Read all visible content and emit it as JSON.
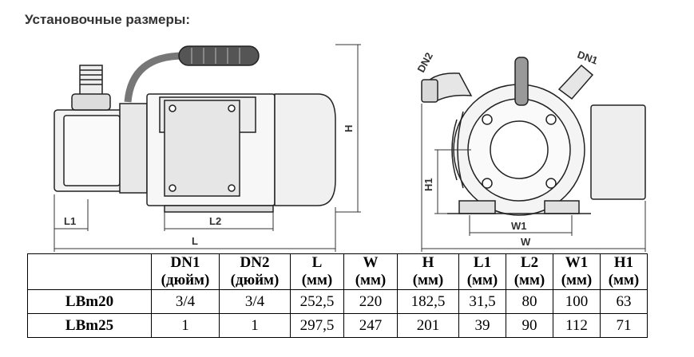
{
  "heading": "Установочные размеры:",
  "drawing_labels": {
    "H": "H",
    "L1": "L1",
    "L2": "L2",
    "L": "L",
    "DN1": "DN1",
    "DN2": "DN2",
    "H1": "H1",
    "W1": "W1",
    "W": "W"
  },
  "table": {
    "columns": [
      {
        "name": "DN1",
        "unit": "(дюйм)"
      },
      {
        "name": "DN2",
        "unit": "(дюйм)"
      },
      {
        "name": "L",
        "unit": "(мм)"
      },
      {
        "name": "W",
        "unit": "(мм)"
      },
      {
        "name": "H",
        "unit": "(мм)"
      },
      {
        "name": "L1",
        "unit": "(мм)"
      },
      {
        "name": "L2",
        "unit": "(мм)"
      },
      {
        "name": "W1",
        "unit": "(мм)"
      },
      {
        "name": "H1",
        "unit": "(мм)"
      }
    ],
    "rows": [
      {
        "model": "LBm20",
        "values": [
          "3/4",
          "3/4",
          "252,5",
          "220",
          "182,5",
          "31,5",
          "80",
          "100",
          "63"
        ]
      },
      {
        "model": "LBm25",
        "values": [
          "1",
          "1",
          "297,5",
          "247",
          "201",
          "39",
          "90",
          "112",
          "71"
        ]
      }
    ]
  }
}
